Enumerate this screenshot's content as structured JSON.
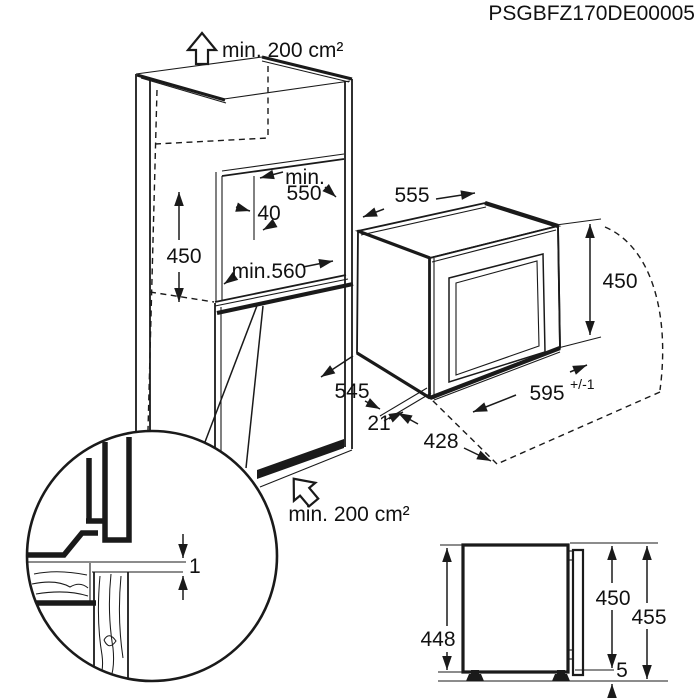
{
  "header": {
    "code": "PSGBFZ170DE00005"
  },
  "ventilation": {
    "top_label": "min. 200 cm²",
    "bottom_label": "min. 200 cm²"
  },
  "niche": {
    "width_prefix": "min.",
    "width_value": "550",
    "front_offset": "40",
    "height": "450",
    "depth": "min.560"
  },
  "appliance": {
    "top_width": "555",
    "height": "450",
    "depth": "545",
    "front_width": "595",
    "front_width_tolerance": "+/-1",
    "protrusion": "21",
    "door_clearance": "428"
  },
  "detail": {
    "gap": "1"
  },
  "side_view": {
    "body_height": "448",
    "door_height": "450",
    "overall_height": "455",
    "bottom_gap": "5"
  },
  "colors": {
    "line": "#1a1a1a",
    "background": "#ffffff"
  }
}
